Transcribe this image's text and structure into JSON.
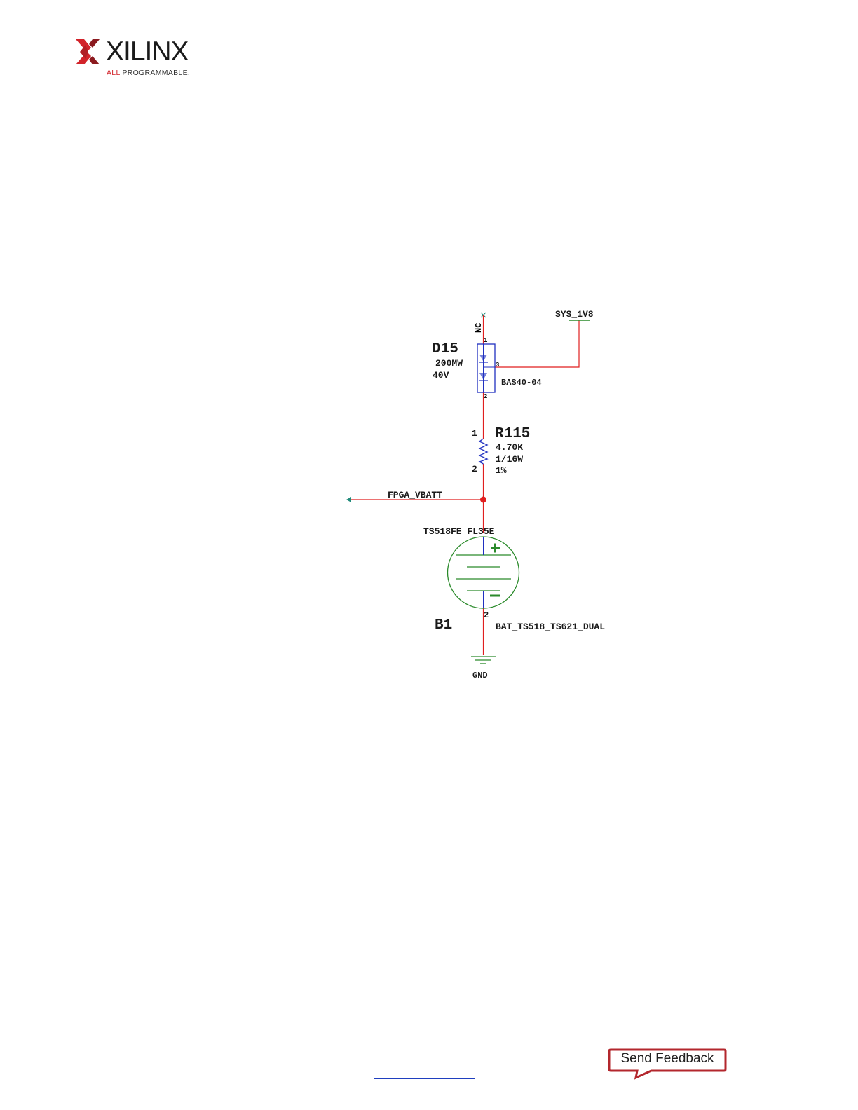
{
  "header": {
    "brand": "XILINX",
    "tagline_accent": "ALL",
    "tagline_rest": " PROGRAMMABLE.",
    "colors": {
      "logo_red": "#d2232a",
      "logo_dark": "#8b1a1f"
    }
  },
  "schematic": {
    "nc_label": "NC",
    "power_rail": "SYS_1V8",
    "diode": {
      "ref": "D15",
      "power": "200MW",
      "voltage": "40V",
      "part": "BAS40-04",
      "pin1": "1",
      "pin2": "2",
      "pin3": "3"
    },
    "resistor": {
      "ref": "R115",
      "value": "4.70K",
      "power": "1/16W",
      "tolerance": "1%",
      "pin1": "1",
      "pin2": "2"
    },
    "net_label": "FPGA_VBATT",
    "battery": {
      "part": "TS518FE_FL35E",
      "ref": "B1",
      "footprint": "BAT_TS518_TS621_DUAL",
      "pin2": "2"
    },
    "ground_label": "GND",
    "colors": {
      "wire": "#e01f1f",
      "component": "#2030c0",
      "battery": "#2a8a2a",
      "net_arrow": "#1f8a7a",
      "text": "#1a1a1a"
    }
  },
  "footer": {
    "feedback": "Send Feedback",
    "colors": {
      "feedback_border": "#b3272d",
      "link_rule": "#1f3fbf"
    }
  }
}
